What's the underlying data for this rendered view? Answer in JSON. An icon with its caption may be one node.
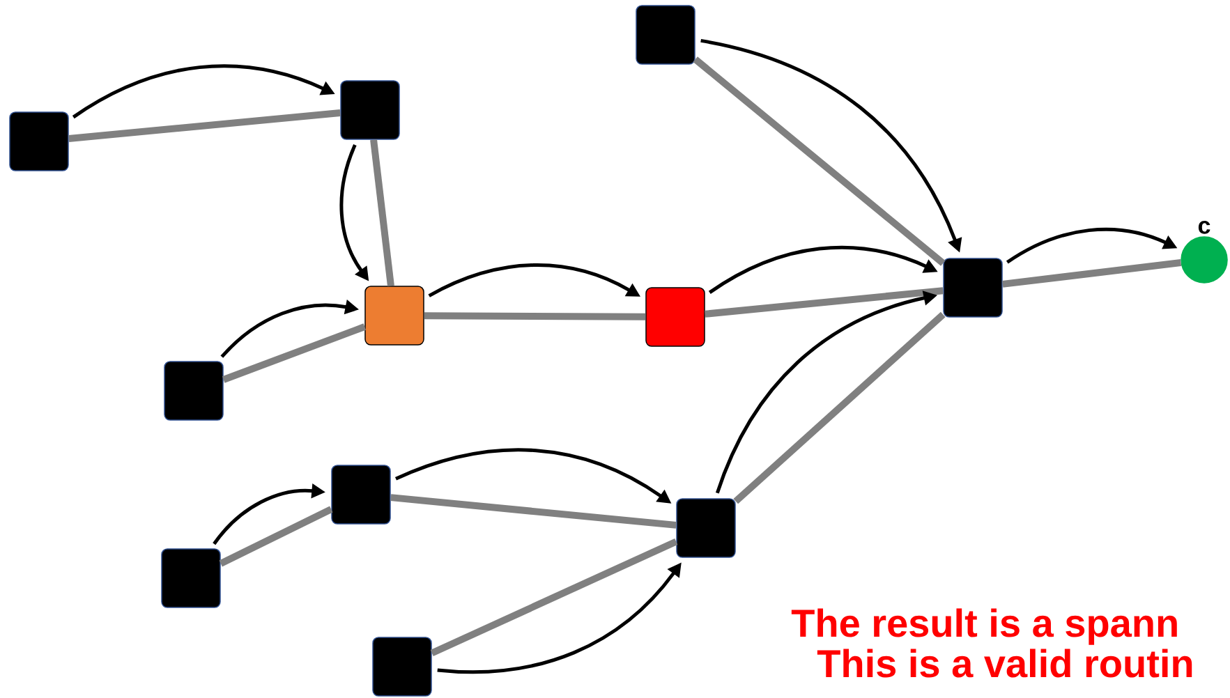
{
  "diagram": {
    "nodes": [
      {
        "text": [],
        "shape": "box"
      },
      {
        "text": [],
        "shape": "box"
      },
      {
        "text": [],
        "shape": "box"
      },
      {
        "text": [
          "c"
        ]
      },
      {
        "text": [],
        "shape": "box"
      },
      {
        "text": [],
        "shape": "box"
      },
      {
        "text": [],
        "shape": "box"
      },
      {
        "text": [],
        "shape": "box"
      },
      {
        "text": [],
        "shape": "box"
      },
      {
        "text": [],
        "shape": "box"
      },
      {
        "text": [],
        "shape": "box"
      },
      {
        "text": [],
        "shape": "box"
      }
    ],
    "edges": [
      {
        "from": 2,
        "to": 1,
        "arrow": "none",
        "style": "thick",
        "color": "#808080"
      },
      {
        "from": 1,
        "to": 5,
        "arrow": "none",
        "style": "thick",
        "color": "#808080"
      },
      {
        "from": 0,
        "to": 4,
        "arrow": "none",
        "style": "thick",
        "color": "#808080"
      },
      {
        "from": 7,
        "to": 5,
        "arrow": "none",
        "style": "thick",
        "color": "#808080"
      },
      {
        "from": 5,
        "to": 6,
        "arrow": "none",
        "style": "thick",
        "color": "#808080"
      },
      {
        "from": 6,
        "to": 4,
        "arrow": "none",
        "style": "thick",
        "color": "#808080"
      },
      {
        "from": 4,
        "to": 3,
        "arrow": "none",
        "style": "thick",
        "color": "#808080"
      },
      {
        "from": 9,
        "to": 4,
        "arrow": "none",
        "style": "thick",
        "color": "#808080"
      },
      {
        "from": 10,
        "to": 8,
        "arrow": "none",
        "style": "thick",
        "color": "#808080"
      },
      {
        "from": 8,
        "to": 9,
        "arrow": "none",
        "style": "thick",
        "color": "#808080"
      },
      {
        "from": 11,
        "to": 9,
        "arrow": "none",
        "style": "thick",
        "color": "#808080"
      },
      {
        "from": 2,
        "to": 1,
        "arrow": "to",
        "color": "#000000"
      },
      {
        "from": 1,
        "to": 5,
        "arrow": "to",
        "color": "#000000"
      },
      {
        "from": 7,
        "to": 5,
        "arrow": "to",
        "color": "#000000"
      },
      {
        "from": 5,
        "to": 6,
        "arrow": "to",
        "color": "#000000"
      },
      {
        "from": 6,
        "to": 4,
        "arrow": "to",
        "color": "#000000"
      },
      {
        "from": 0,
        "to": 4,
        "arrow": "to",
        "color": "#000000"
      },
      {
        "from": 4,
        "to": 3,
        "arrow": "to",
        "color": "#000000"
      },
      {
        "from": 9,
        "to": 4,
        "arrow": "to",
        "color": "#000000"
      },
      {
        "from": 10,
        "to": 8,
        "arrow": "to",
        "color": "#000000"
      },
      {
        "from": 8,
        "to": 9,
        "arrow": "to",
        "color": "#000000"
      },
      {
        "from": 11,
        "to": 9,
        "arrow": "to",
        "color": "#000000"
      }
    ],
    "labels": [
      "The result is a spann",
      "This is a valid routin"
    ]
  }
}
